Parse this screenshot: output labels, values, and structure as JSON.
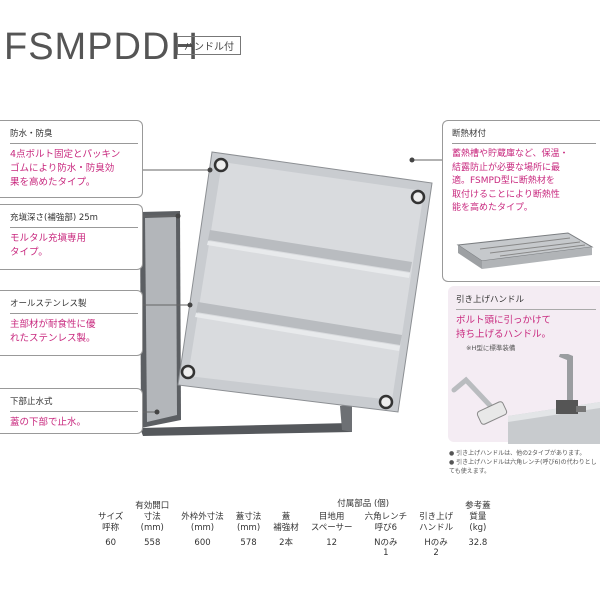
{
  "header": {
    "title": "FSMPDDH",
    "badge": "ハンドル付"
  },
  "callouts": {
    "waterproof": {
      "head": "防水・防臭",
      "desc": "4点ボルト固定とパッキン\nゴムにより防水・防臭効\n果を高めたタイプ。"
    },
    "filling": {
      "head": "充塡深さ(補強部) 25m",
      "desc": "モルタル充塡専用\nタイプ。"
    },
    "stainless": {
      "head": "オールステンレス製",
      "desc": "主部材が耐食性に優\nれたステンレス製。"
    },
    "bottom_seal": {
      "head": "下部止水式",
      "desc": "蓋の下部で止水。"
    },
    "insulation": {
      "head": "断熱材付",
      "desc": "蓄熱槽や貯蔵庫など、保温・\n結露防止が必要な場所に最\n適。FSMPD型に断熱材を\n取付けることにより断熱性\n能を高めたタイプ。"
    },
    "handle": {
      "head": "引き上げハンドル",
      "desc": "ボルト頭に引っかけて\n持ち上げるハンドル。",
      "sub": "※H型に標準装備"
    }
  },
  "notes": [
    "● 引き上げハンドルは、他の2タイプがあります。",
    "● 引き上げハンドルは六角レンチ(呼び6)の代わりとしても使えます。"
  ],
  "spec_table": {
    "group_header": "付属部品 (個)",
    "columns": [
      "サイズ\n呼称",
      "有効開口\n寸法\n(mm)",
      "外枠外寸法\n(mm)",
      "蓋寸法\n(mm)",
      "蓋\n補強材",
      "目地用\nスペーサー",
      "六角レンチ\n呼び6",
      "引き上げ\nハンドル",
      "参考蓋\n質量\n(kg)"
    ],
    "row": [
      "60",
      "558",
      "600",
      "578",
      "2本",
      "12",
      "Nのみ\n1",
      "Hのみ\n2",
      "32.8"
    ]
  },
  "colors": {
    "accent": "#c8287e",
    "panel": "#f4ecf3"
  }
}
